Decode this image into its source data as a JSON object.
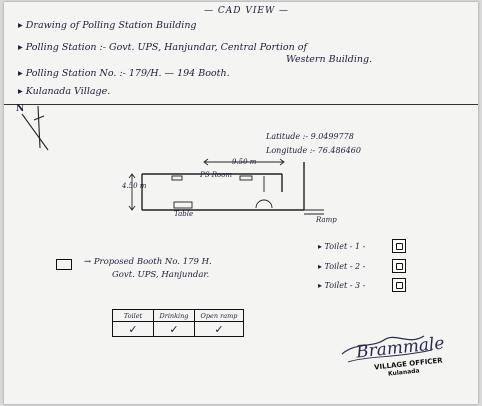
{
  "header": {
    "title": "— CAD VIEW —"
  },
  "details": {
    "line1": "▸ Drawing of Polling Station Building",
    "line2_part1": "▸ Polling Station :- Govt. UPS, Hanjundar, Central Portion of",
    "line2_part2": "Western Building.",
    "line3": "▸ Polling Station No. :- 179/H.  — 194 Booth.",
    "line4": "▸ Kulanada Village."
  },
  "north_arrow": {
    "label": "N"
  },
  "coordinates": {
    "latitude_label": "Latitude",
    "latitude_value": ":- 9.0499778",
    "longitude_label": "Longitude",
    "longitude_value": ":- 76.486460"
  },
  "plan": {
    "width_dim": "9.50 m",
    "height_dim": "4.50 m",
    "label_top": "PS Room",
    "label_bottom": "Table",
    "label_right": "Ramp",
    "line_color": "#222222"
  },
  "toilets": [
    {
      "label": "▸ Toilet - 1  -"
    },
    {
      "label": "▸ Toilet - 2  -"
    },
    {
      "label": "▸ Toilet - 3  -"
    }
  ],
  "legend": {
    "line1": "→ Proposed Booth No. 179 H.",
    "line2": "Govt. UPS, Hanjundar."
  },
  "ramp_table": {
    "headers": [
      "Toilet",
      "Drinking",
      "Open ramp"
    ],
    "values": [
      "✓",
      "✓",
      "✓"
    ]
  },
  "signature": {
    "text": "Brammale",
    "stamp_title": "VILLAGE OFFICER",
    "stamp_sub": "Kulanada"
  }
}
